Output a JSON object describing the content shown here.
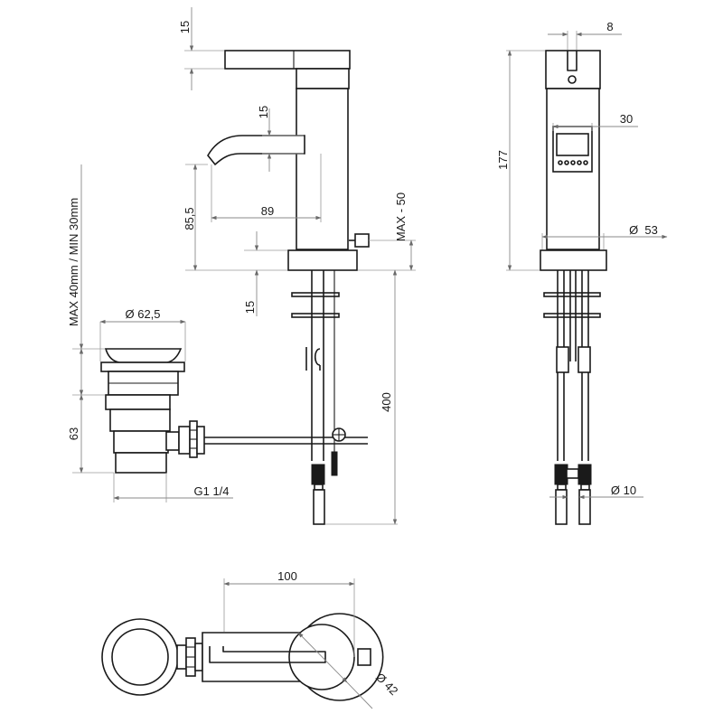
{
  "dimensions": {
    "lever_15": "15",
    "spout_15": "15",
    "height_85_5": "85,5",
    "reach_89": "89",
    "max_minus_50": "MAX - 50",
    "deck_15": "15",
    "hose_400": "400",
    "deck_thickness": "MAX 40mm / MIN 30mm",
    "waste_diameter": "Ø 62,5",
    "waste_63": "63",
    "thread": "G1 1/4",
    "slot_8": "8",
    "cartridge_30": "30",
    "body_height_177": "177",
    "base_diameter_53": "Ø  53",
    "pipe_diameter_10": "Ø 10",
    "plan_100": "100",
    "plan_diameter_42": "Ø 42"
  }
}
